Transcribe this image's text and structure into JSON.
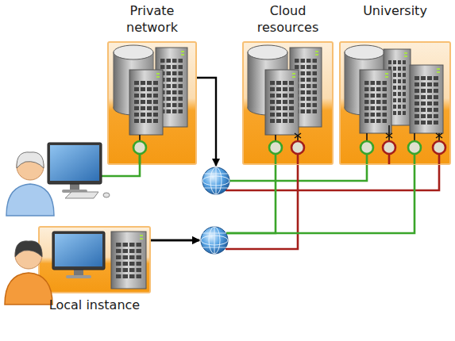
{
  "diagram": {
    "nodes": [
      {
        "text": [
          "Private network"
        ]
      },
      {
        "text": [
          "Cloud resources"
        ]
      },
      {
        "text": [
          "University"
        ]
      },
      {
        "text": [
          "Local instance"
        ]
      }
    ],
    "edges": [
      {
        "from": 0,
        "to": 2,
        "arrow": "to"
      },
      {
        "from": 3,
        "to": 1,
        "arrow": "to"
      },
      {
        "from": 3,
        "to": 2,
        "arrow": "to"
      }
    ]
  }
}
